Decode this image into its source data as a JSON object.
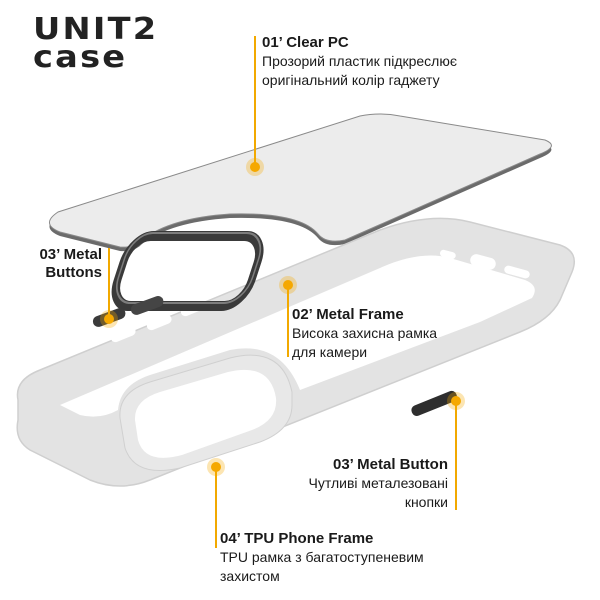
{
  "brand": {
    "logo_line1": "UNIT2",
    "logo_line2": "case"
  },
  "accent_color": "#f2a900",
  "callouts": [
    {
      "id": "01",
      "title": "01’ Clear PC",
      "description_lines": [
        "Прозорий пластик підкреслює",
        "оригінальний колір гаджету"
      ]
    },
    {
      "id": "02",
      "title": "02’ Metal Frame",
      "description_lines": [
        "Висока захисна рамка",
        "для камери"
      ]
    },
    {
      "id": "03a",
      "title_lines": [
        "03’ Metal",
        "Buttons"
      ]
    },
    {
      "id": "03b",
      "title": "03’ Metal Button",
      "description_lines": [
        "Чутливі металезовані",
        "кнопки"
      ]
    },
    {
      "id": "04",
      "title": "04’ TPU Phone Frame",
      "description_lines": [
        "TPU рамка з багатоступеневим",
        "захистом"
      ]
    }
  ]
}
